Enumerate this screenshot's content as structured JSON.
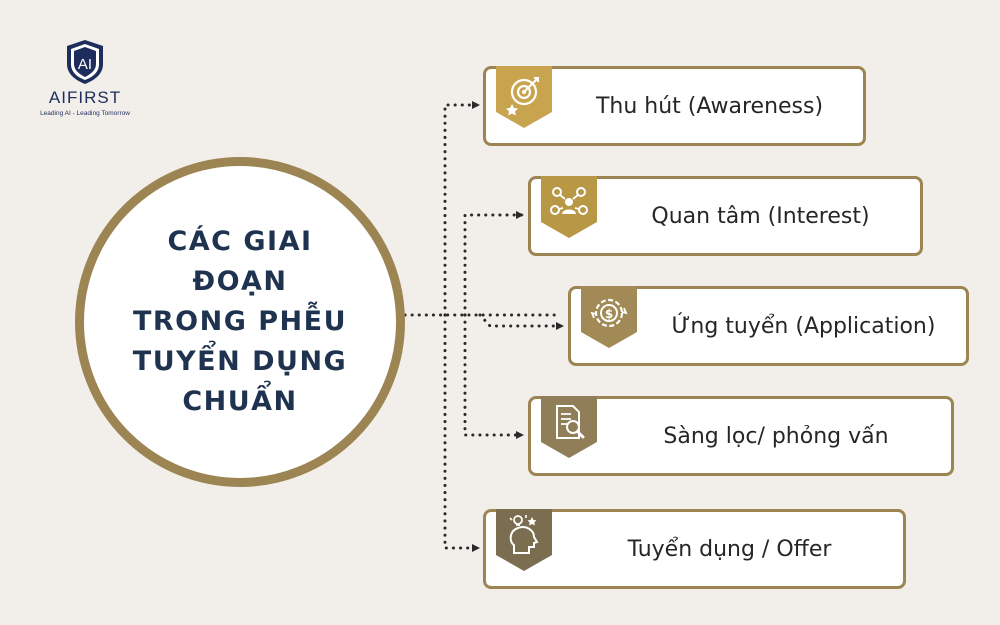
{
  "logo": {
    "mark": "AI",
    "brand": "AIFIRST",
    "tagline": "Leading AI - Leading Tomorrow"
  },
  "center": {
    "title": "CÁC GIAI ĐOẠN TRONG PHỄU TUYỂN DỤNG CHUẨN"
  },
  "stages": [
    {
      "label": "Thu hút (Awareness)",
      "icon": "target-icon",
      "color": "#c9a44e"
    },
    {
      "label": "Quan tâm (Interest)",
      "icon": "people-network-icon",
      "color": "#b89745"
    },
    {
      "label": "Ứng tuyển (Application)",
      "icon": "dollar-gear-icon",
      "color": "#a18a55"
    },
    {
      "label": "Sàng lọc/ phỏng vấn",
      "icon": "document-search-icon",
      "color": "#8f7e58"
    },
    {
      "label": "Tuyển dụng / Offer",
      "icon": "head-idea-icon",
      "color": "#7b6d4f"
    }
  ],
  "colors": {
    "background": "#f2efea",
    "border_gold": "#9d8553",
    "title_navy": "#1f3350",
    "brand_navy": "#1e2d5c"
  }
}
